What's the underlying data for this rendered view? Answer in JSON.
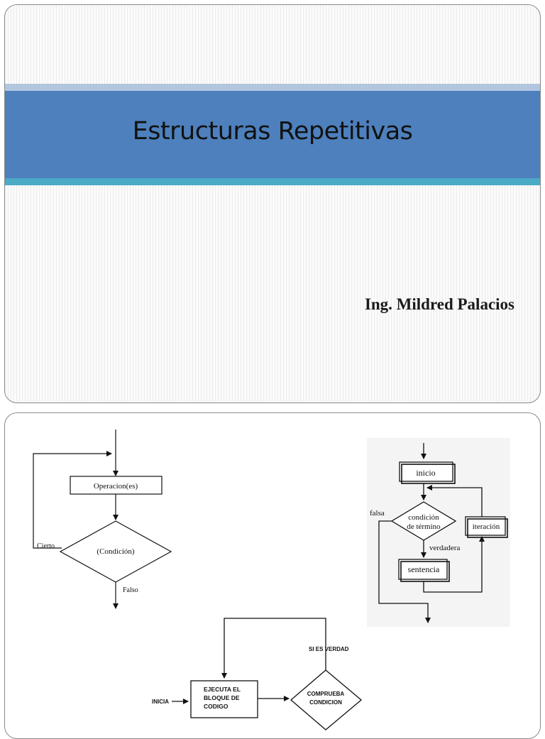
{
  "slide1": {
    "title": "Estructuras Repetitivas",
    "author": "Ing. Mildred Palacios"
  },
  "diagram_left": {
    "box": "Operacion(es)",
    "decision": "(Condición)",
    "true_label": "Cierto",
    "false_label": "Falso"
  },
  "diagram_right": {
    "start": "inicio",
    "condition_line1": "condición",
    "condition_line2": "de término",
    "false_label": "falsa",
    "true_label": "verdadera",
    "statement": "sentencia",
    "iteration": "iteración"
  },
  "diagram_bottom": {
    "start": "INICIA",
    "block_line1": "EJECUTA EL",
    "block_line2": "BLOQUE DE",
    "block_line3": "CODIGO",
    "check_line1": "COMPRUEBA",
    "check_line2": "CONDICION",
    "loop_label": "SI ES VERDAD"
  }
}
